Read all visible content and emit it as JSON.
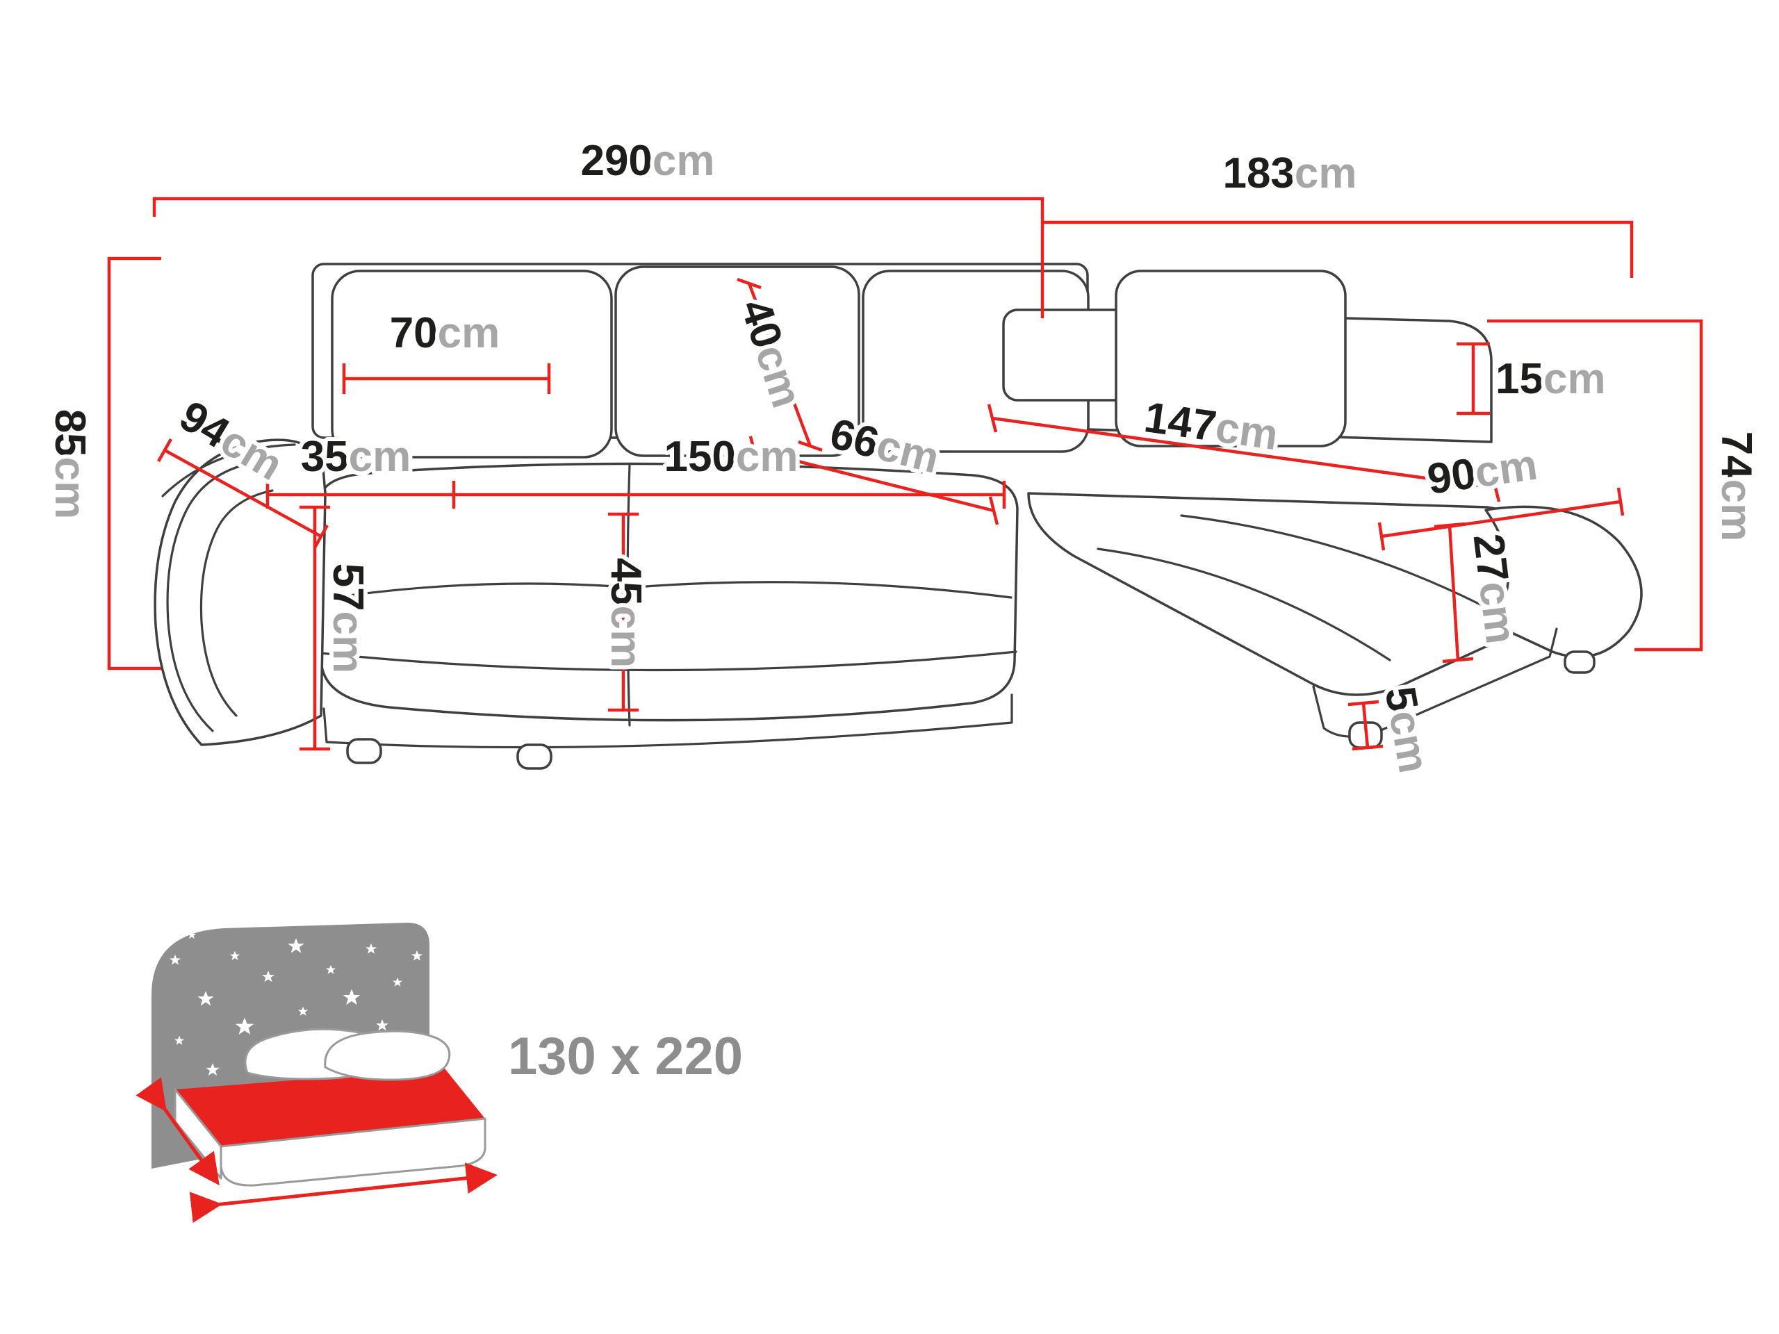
{
  "colors": {
    "dimension_red": "#e8231f",
    "sofa_outline_gray": "#3f3f3f",
    "number_black": "#1d1d1b",
    "unit_gray": "#a6a6a6",
    "bed_icon_gray": "#8e8e8e",
    "bed_label_gray": "#8d8d8d"
  },
  "dims": {
    "w290": {
      "value": "290",
      "unit": "cm"
    },
    "w183": {
      "value": "183",
      "unit": "cm"
    },
    "h85": {
      "value": "85",
      "unit": "cm"
    },
    "d94": {
      "value": "94",
      "unit": "cm"
    },
    "w35": {
      "value": "35",
      "unit": "cm"
    },
    "w70": {
      "value": "70",
      "unit": "cm"
    },
    "h40": {
      "value": "40",
      "unit": "cm"
    },
    "d66": {
      "value": "66",
      "unit": "cm"
    },
    "l147": {
      "value": "147",
      "unit": "cm"
    },
    "t15": {
      "value": "15",
      "unit": "cm"
    },
    "h74": {
      "value": "74",
      "unit": "cm"
    },
    "w90": {
      "value": "90",
      "unit": "cm"
    },
    "h27": {
      "value": "27",
      "unit": "cm"
    },
    "h57": {
      "value": "57",
      "unit": "cm"
    },
    "w150": {
      "value": "150",
      "unit": "cm"
    },
    "h45": {
      "value": "45",
      "unit": "cm"
    },
    "h5": {
      "value": "5",
      "unit": "cm"
    }
  },
  "bed": {
    "size_label": "130 x 220"
  }
}
